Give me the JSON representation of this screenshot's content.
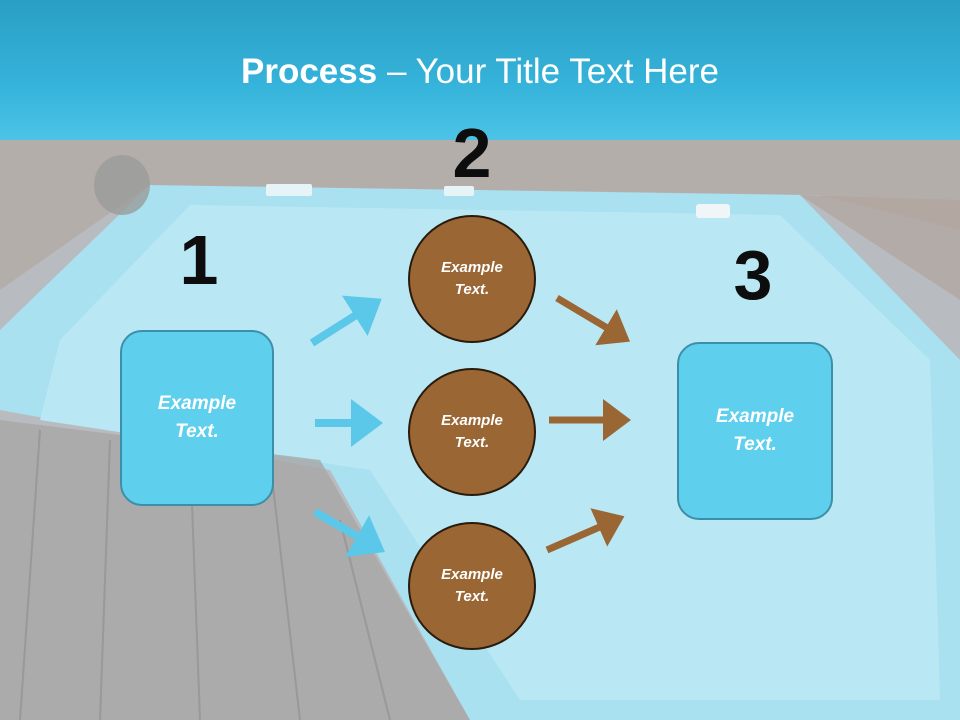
{
  "title": {
    "bold": "Process",
    "rest": " – Your Title Text Here"
  },
  "steps": {
    "one": "1",
    "two": "2",
    "three": "3"
  },
  "left_box": {
    "line1": "Example",
    "line2": "Text."
  },
  "circles": [
    {
      "line1": "Example",
      "line2": "Text."
    },
    {
      "line1": "Example",
      "line2": "Text."
    },
    {
      "line1": "Example",
      "line2": "Text."
    }
  ],
  "right_box": {
    "line1": "Example",
    "line2": "Text."
  },
  "colors": {
    "box": "#5fcfee",
    "circle": "#9a6634",
    "blue_arrow": "#5bc8ea",
    "brown_arrow": "#9a6634",
    "title": "#ffffff"
  }
}
